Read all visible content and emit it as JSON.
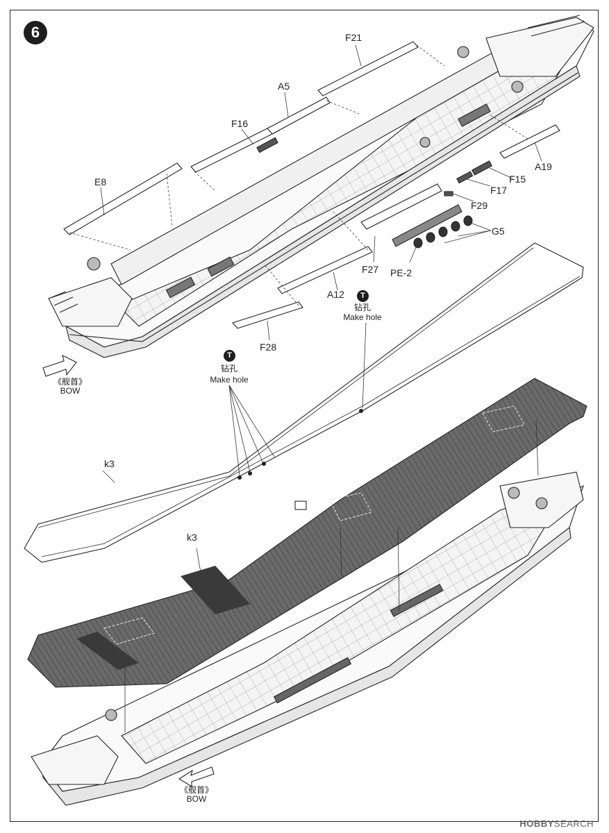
{
  "step": {
    "number": "6"
  },
  "parts": {
    "F21": "F21",
    "A5": "A5",
    "F16": "F16",
    "E8": "E8",
    "A19": "A19",
    "F15": "F15",
    "F17": "F17",
    "F29": "F29",
    "G5": "G5",
    "PE2": "PE-2",
    "F27": "F27",
    "A12": "A12",
    "F28": "F28",
    "K3_upper": "k3",
    "K3_lower": "k3"
  },
  "drill_notes": [
    {
      "icon": "T",
      "zh": "钻孔",
      "en": "Make hole"
    },
    {
      "icon": "T",
      "zh": "钻孔",
      "en": "Make hole"
    }
  ],
  "bow_notes": [
    {
      "zh": "《舰首》",
      "en": "BOW"
    },
    {
      "zh": "《舰首》",
      "en": "BOW"
    }
  ],
  "watermark": {
    "brand": "HOBBY",
    "rest": "SEARCH"
  },
  "colors": {
    "line": "#222222",
    "deck_dark": "#555555",
    "deck_mid": "#6a6a6a"
  }
}
